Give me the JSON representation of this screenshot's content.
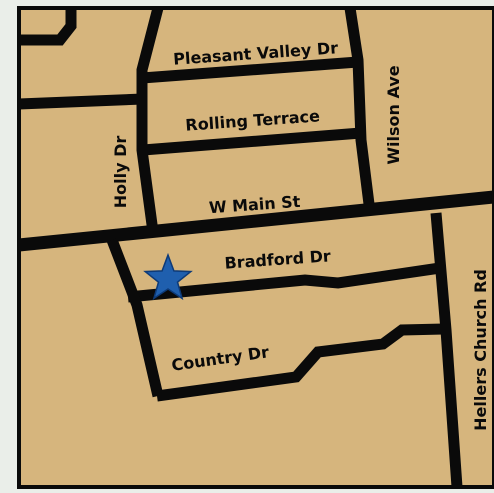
{
  "map": {
    "colors": {
      "land": "#d6b57d",
      "road": "#0a0a0a",
      "label": "#0a0a0a",
      "frame": "#0a0a0a",
      "background": "#eaeee9",
      "marker": "#1f5fae",
      "marker_outline": "#0d3a78"
    },
    "streets": {
      "pleasant_valley": "Pleasant Valley Dr",
      "rolling_terrace": "Rolling Terrace",
      "wilson": "Wilson Ave",
      "holly": "Holly Dr",
      "w_main": "W Main St",
      "bradford": "Bradford Dr",
      "country": "Country Dr",
      "hellers_church": "Hellers Church Rd"
    },
    "marker": {
      "icon": "star-icon",
      "location": "Bradford Dr near Holly Dr"
    }
  }
}
